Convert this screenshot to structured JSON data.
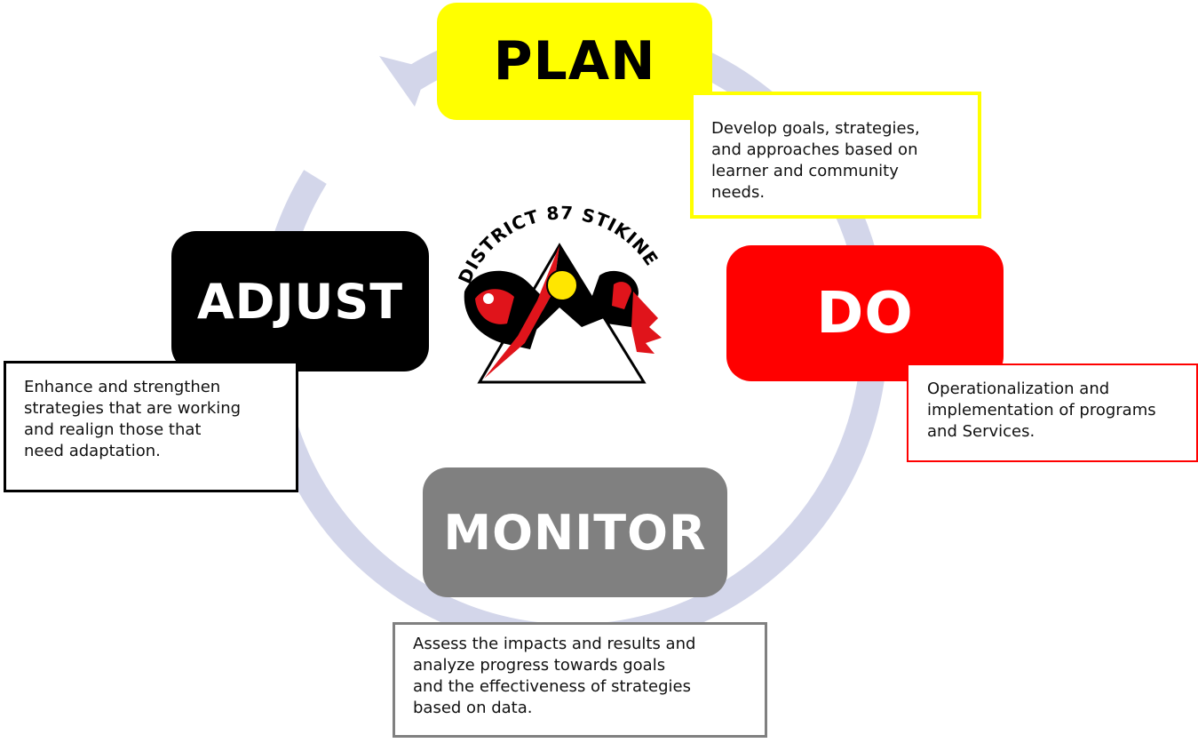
{
  "stages": {
    "plan": {
      "label": "PLAN",
      "color": "#ffff00",
      "description": [
        "Develop goals, strategies,",
        "and approaches based on",
        "learner and community",
        "needs."
      ]
    },
    "do": {
      "label": "DO",
      "color": "#ff0000",
      "description": [
        "Operationalization and",
        "implementation of programs",
        "and Services."
      ]
    },
    "monitor": {
      "label": "MONITOR",
      "color": "#808080",
      "description": [
        "Assess the impacts and results and",
        "analyze progress towards goals",
        "and the effectiveness of strategies",
        "based on data."
      ]
    },
    "adjust": {
      "label": "ADJUST",
      "color": "#000000",
      "description": [
        "Enhance and strengthen",
        "strategies that are working",
        "and realign those that",
        "need adaptation."
      ]
    }
  },
  "logo": {
    "arc_text": "DISTRICT 87 STIKINE"
  },
  "colors": {
    "cycle_ring": "#d3d6ea"
  }
}
